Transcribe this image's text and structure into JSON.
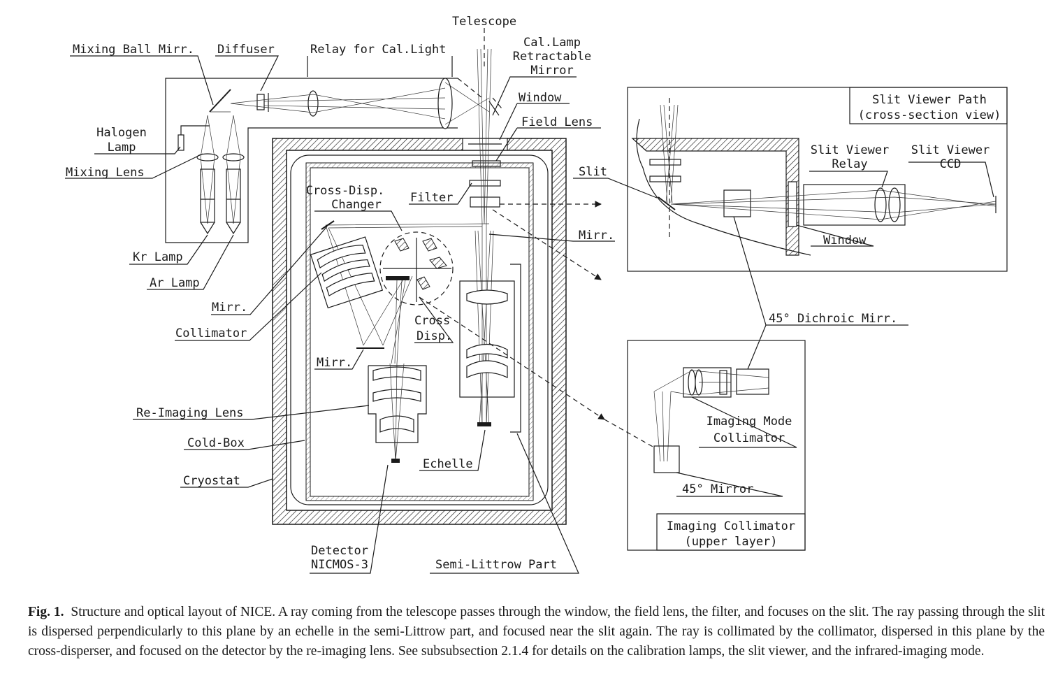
{
  "labels": {
    "telescope": "Telescope",
    "mixing_ball_mirr": "Mixing Ball Mirr.",
    "diffuser": "Diffuser",
    "relay_cal_light": "Relay for Cal.Light",
    "cal_lamp_1": "Cal.Lamp",
    "cal_lamp_2": "Retractable",
    "cal_lamp_3": "Mirror",
    "window_top": "Window",
    "field_lens": "Field Lens",
    "halogen_1": "Halogen",
    "halogen_2": "Lamp",
    "mixing_lens": "Mixing Lens",
    "slit": "Slit",
    "cross_disp_changer_1": "Cross-Disp.",
    "cross_disp_changer_2": "Changer",
    "filter": "Filter",
    "mirr_right": "Mirr.",
    "kr_lamp": "Kr Lamp",
    "ar_lamp": "Ar Lamp",
    "mirr_left": "Mirr.",
    "collimator": "Collimator",
    "cross_disp_1": "Cross",
    "cross_disp_2": "Disp.",
    "mirr_lower": "Mirr.",
    "re_imaging_lens": "Re-Imaging Lens",
    "cold_box": "Cold-Box",
    "cryostat": "Cryostat",
    "echelle": "Echelle",
    "detector_1": "Detector",
    "detector_2": "NICMOS-3",
    "semi_littrow": "Semi-Littrow Part",
    "slit_viewer_path_1": "Slit Viewer Path",
    "slit_viewer_path_2": "(cross-section view)",
    "slit_viewer_relay_1": "Slit Viewer",
    "slit_viewer_relay_2": "Relay",
    "slit_viewer_ccd_1": "Slit Viewer",
    "slit_viewer_ccd_2": "CCD",
    "window_right": "Window",
    "dichroic": "45° Dichroic Mirr.",
    "imaging_mode_1": "Imaging Mode",
    "imaging_mode_2": "Collimator",
    "mirror_45": "45° Mirror",
    "imaging_collimator_1": "Imaging Collimator",
    "imaging_collimator_2": "(upper layer)"
  },
  "caption": {
    "label": "Fig. 1.",
    "text": "Structure and optical layout of NICE. A ray coming from the telescope passes through the window, the field lens, the filter, and focuses on the slit. The ray passing through the slit is dispersed perpendicularly to this plane by an echelle in the semi-Littrow part, and focused near the slit again. The ray is collimated by the collimator, dispersed in this plane by the cross-disperser, and focused on the detector by the re-imaging lens. See subsubsection 2.1.4 for details on the calibration lamps, the slit viewer, and the infrared-imaging mode."
  }
}
